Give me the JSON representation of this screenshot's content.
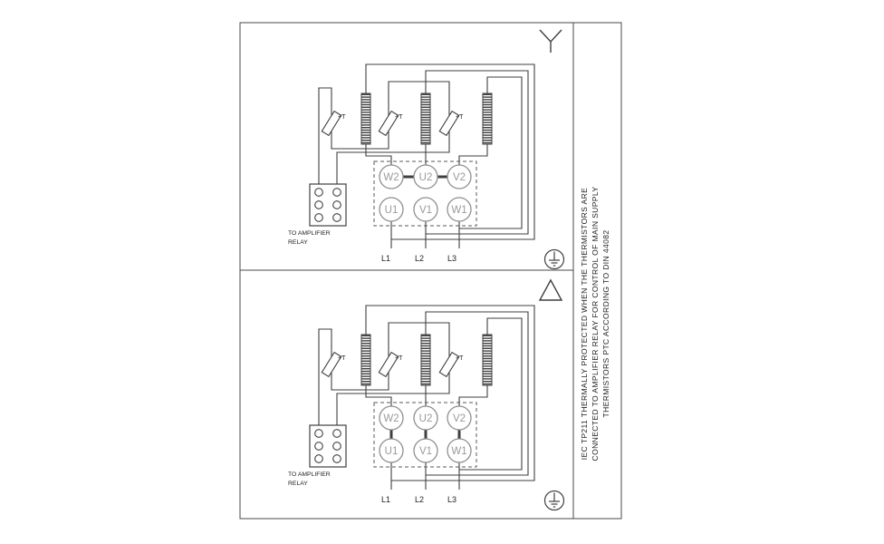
{
  "theme": {
    "background": "#ffffff",
    "line_color": "#3f3f3f",
    "terminal_text_color": "#9a9a9a",
    "text_color": "#1f1f1f"
  },
  "side_note": {
    "line1": "IEC TP211 THERMALLY PROTECTED WHEN THE THERMISTORS ARE",
    "line2": "CONNECTED TO AMPLIFIER RELAY FOR CONTROL OF MAIN SUPPLY",
    "line3": "THERMISTORS PTC ACCORDING TO DIN 44082"
  },
  "panels": [
    {
      "name": "star-connection",
      "symbol": "star",
      "thermistor_label": "+T",
      "relay_note": [
        "TO AMPLIFIER",
        "RELAY"
      ],
      "terminals": {
        "top": [
          "W2",
          "U2",
          "V2"
        ],
        "bottom": [
          "U1",
          "V1",
          "W1"
        ]
      },
      "supply_lines": [
        "L1",
        "L2",
        "L3"
      ]
    },
    {
      "name": "delta-connection",
      "symbol": "delta",
      "thermistor_label": "+T",
      "relay_note": [
        "TO AMPLIFIER",
        "RELAY"
      ],
      "terminals": {
        "top": [
          "W2",
          "U2",
          "V2"
        ],
        "bottom": [
          "U1",
          "V1",
          "W1"
        ]
      },
      "supply_lines": [
        "L1",
        "L2",
        "L3"
      ]
    }
  ]
}
